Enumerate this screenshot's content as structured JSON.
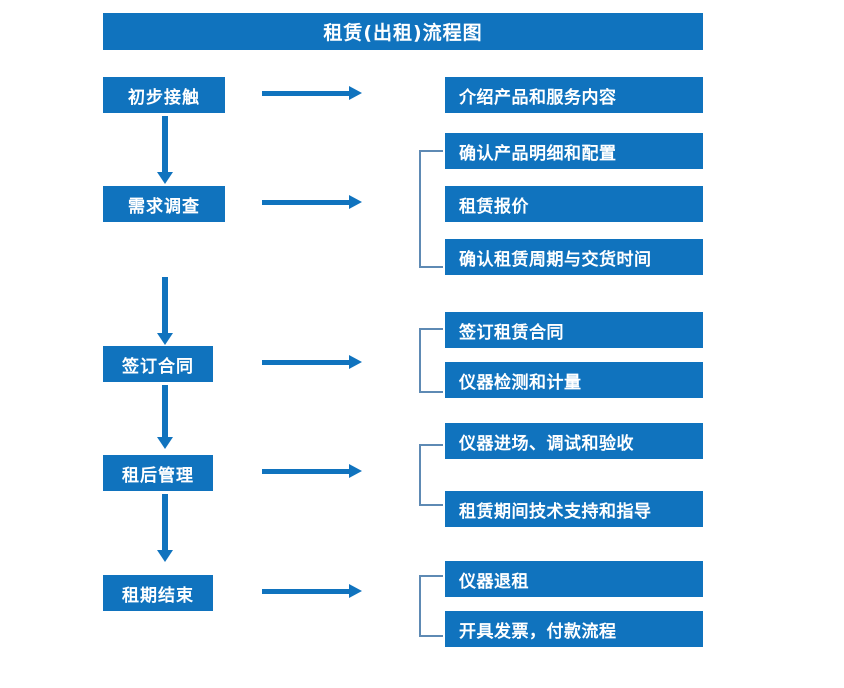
{
  "diagram": {
    "title": "租赁(出租)流程图",
    "colors": {
      "box_fill": "#1073BE",
      "box_text": "#ffffff",
      "arrow": "#1073BE",
      "bracket": "#5E8AB4",
      "background": "#ffffff"
    },
    "stages": [
      {
        "label": "初步接触",
        "details": [
          "介绍产品和服务内容"
        ]
      },
      {
        "label": "需求调查",
        "details": [
          "确认产品明细和配置",
          "租赁报价",
          "确认租赁周期与交货时间"
        ]
      },
      {
        "label": "签订合同",
        "details": [
          "签订租赁合同",
          "仪器检测和计量"
        ]
      },
      {
        "label": "租后管理",
        "details": [
          "仪器进场、调试和验收",
          "租赁期间技术支持和指导"
        ]
      },
      {
        "label": "租期结束",
        "details": [
          "仪器退租",
          "开具发票，付款流程"
        ]
      }
    ],
    "connectors": {
      "right_arrow_icon": "arrow-right-icon",
      "down_arrow_icon": "arrow-down-icon",
      "bracket_icon": "group-bracket-icon"
    }
  }
}
